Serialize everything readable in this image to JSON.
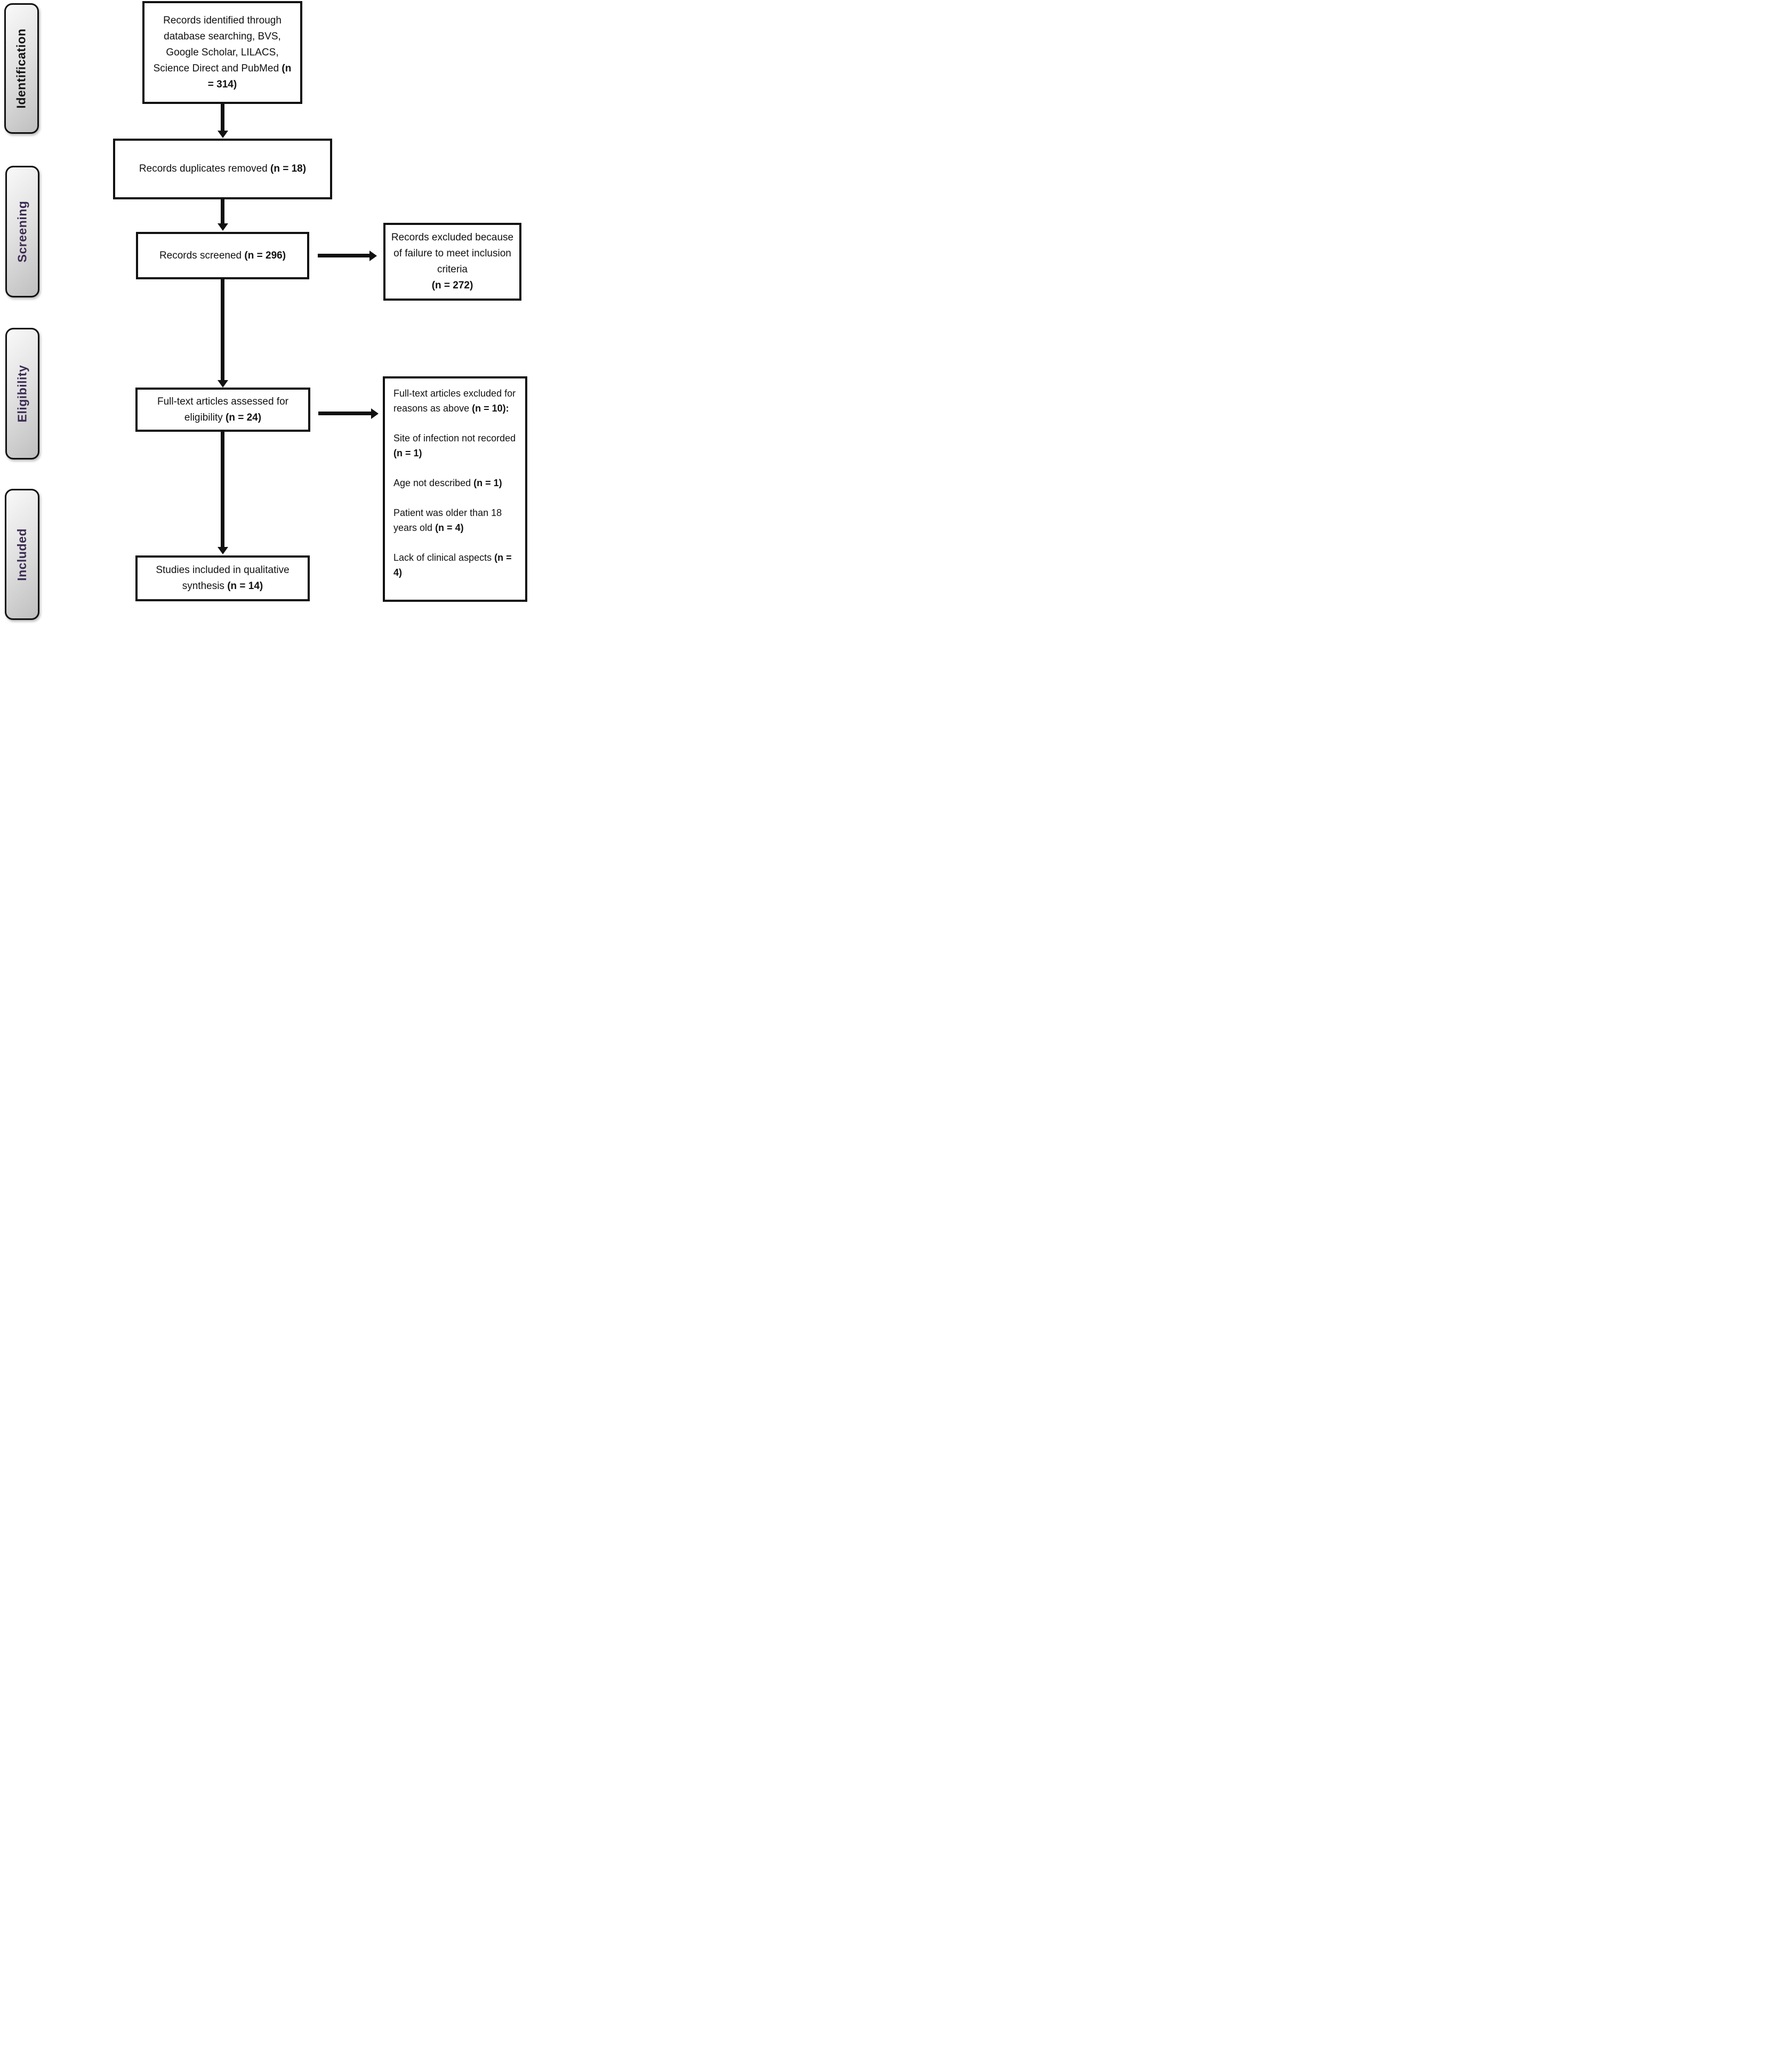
{
  "colors": {
    "border_and_arrows": "#111111",
    "stage_label_identification": "#151515",
    "stage_label_purple": "#3c2c53",
    "pill_gradient_light": "#f9f9f9",
    "pill_gradient_dark": "#bfbfbf",
    "background": "#ffffff"
  },
  "sidebar": {
    "stages": [
      {
        "label": "Identification",
        "color": "#151515"
      },
      {
        "label": "Screening",
        "color": "#3c2c53"
      },
      {
        "label": "Eligibility",
        "color": "#3c2c53"
      },
      {
        "label": "Included",
        "color": "#3c2c53"
      }
    ]
  },
  "flow": {
    "identified": {
      "text": "Records identified through database searching, BVS, Google Scholar, LILACS, Science Direct and PubMed",
      "n": "(n = 314)"
    },
    "duplicates_removed": {
      "text": "Records duplicates removed",
      "n": "(n = 18)"
    },
    "screened": {
      "text": "Records screened",
      "n": "(n = 296)"
    },
    "excluded_screening": {
      "text": "Records excluded because of failure to meet inclusion criteria",
      "n": "(n = 272)"
    },
    "fulltext_assessed": {
      "text": "Full-text articles assessed for eligibility",
      "n": "(n = 24)"
    },
    "fulltext_excluded": {
      "heading": {
        "text": "Full-text articles excluded for reasons as above",
        "n": "(n = 10):"
      },
      "reasons": [
        {
          "text": "Site of infection not recorded",
          "n": "(n = 1)"
        },
        {
          "text": "Age not described",
          "n": "(n = 1)"
        },
        {
          "text": "Patient was older than 18 years old",
          "n": "(n = 4)"
        },
        {
          "text": "Lack of clinical aspects",
          "n": "(n = 4)"
        }
      ]
    },
    "included_synthesis": {
      "text": "Studies included in qualitative synthesis",
      "n": "(n = 14)"
    }
  }
}
